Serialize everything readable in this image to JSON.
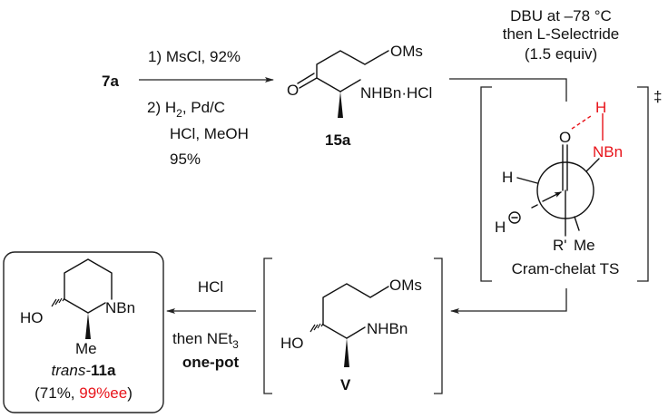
{
  "scheme": {
    "start_compound": "7a",
    "step1": {
      "line1": "1) MsCl, 92%",
      "line2_pre": "2) H",
      "line2_sub": "2",
      "line2_post": ", Pd/C",
      "line3": "HCl, MeOH",
      "line4": "95%"
    },
    "compound_15a": {
      "label": "15a",
      "oms": "OMs",
      "carbonyl_o": "O",
      "amine": "NHBn·HCl"
    },
    "step2": {
      "line1": "DBU at –78 °C",
      "line2": "then L-Selectride",
      "line3": "(1.5 equiv)"
    },
    "transition_state": {
      "label": "Cram-chelat TS",
      "dagger": "‡",
      "o": "O",
      "h_bond_h": "H",
      "nbn": "NBn",
      "h_left": "H",
      "hydride": "H",
      "hydride_charge": "−",
      "r_prime": "R'",
      "me": "Me",
      "highlight_color": "#e8141b"
    },
    "intermediate_V": {
      "label": "V",
      "oms": "OMs",
      "amine": "NHBn",
      "ho": "HO"
    },
    "step3": {
      "line1": "HCl",
      "line2_pre": "then NEt",
      "line2_sub": "3",
      "line3": "one-pot"
    },
    "product": {
      "ho": "HO",
      "nbn": "NBn",
      "me": "Me",
      "name_prefix": "trans-",
      "name_compound": "11a",
      "yield_open": "(71%, ",
      "ee": "99%ee",
      "yield_close": ")",
      "ee_color": "#e8141b"
    }
  }
}
